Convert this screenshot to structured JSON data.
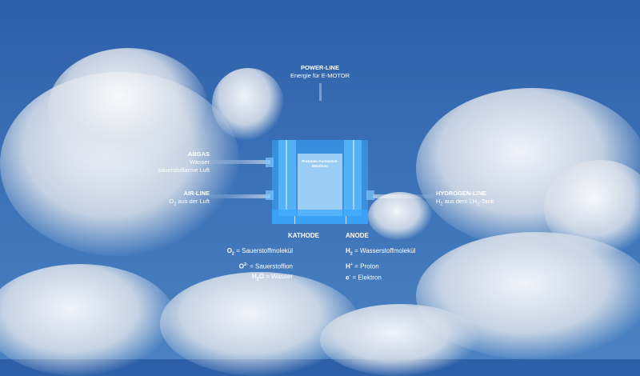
{
  "power_line": {
    "title": "POWER-LINE",
    "subtitle": "Energie für E-MOTOR"
  },
  "abgas": {
    "title": "ABGAS",
    "line1": "Wasser",
    "line2": "sauerstoffarme Luft"
  },
  "air_line": {
    "title": "AIR-LINE",
    "sub_pre": "O",
    "sub_idx": "2",
    "sub_post": " aus der Luft"
  },
  "hydrogen_line": {
    "title": "HYDROGEN-LINE",
    "sub_pre": "H",
    "sub_idx": "2",
    "sub_mid": " aus dem LH",
    "sub_idx2": "2",
    "sub_post": "-Tank"
  },
  "membrane": {
    "line1": "Protonen-Austausch-",
    "line2": "Membran"
  },
  "kathode": {
    "title": "KATHODE",
    "items": [
      {
        "sym": "O",
        "idx": "2",
        "idx_type": "sub",
        "text": " = Sauerstoffmolekül"
      },
      {
        "sym": "O",
        "idx": "2-",
        "idx_type": "sup",
        "text": " = Sauerstoffion"
      },
      {
        "sym": "H",
        "idx": "2",
        "idx_type": "sub",
        "sym2": "O",
        "text": " = Wasser"
      }
    ]
  },
  "anode": {
    "title": "ANODE",
    "items": [
      {
        "sym": "H",
        "idx": "2",
        "idx_type": "sub",
        "text": " = Wasserstoffmolekül"
      },
      {
        "sym": "H",
        "idx": "+",
        "idx_type": "sup",
        "text": " = Proton"
      },
      {
        "sym": "e",
        "idx": "-",
        "idx_type": "sup",
        "text": " = Elektron"
      }
    ]
  },
  "colors": {
    "sky": "#3a70b6",
    "cell": "#3aa8ff"
  }
}
